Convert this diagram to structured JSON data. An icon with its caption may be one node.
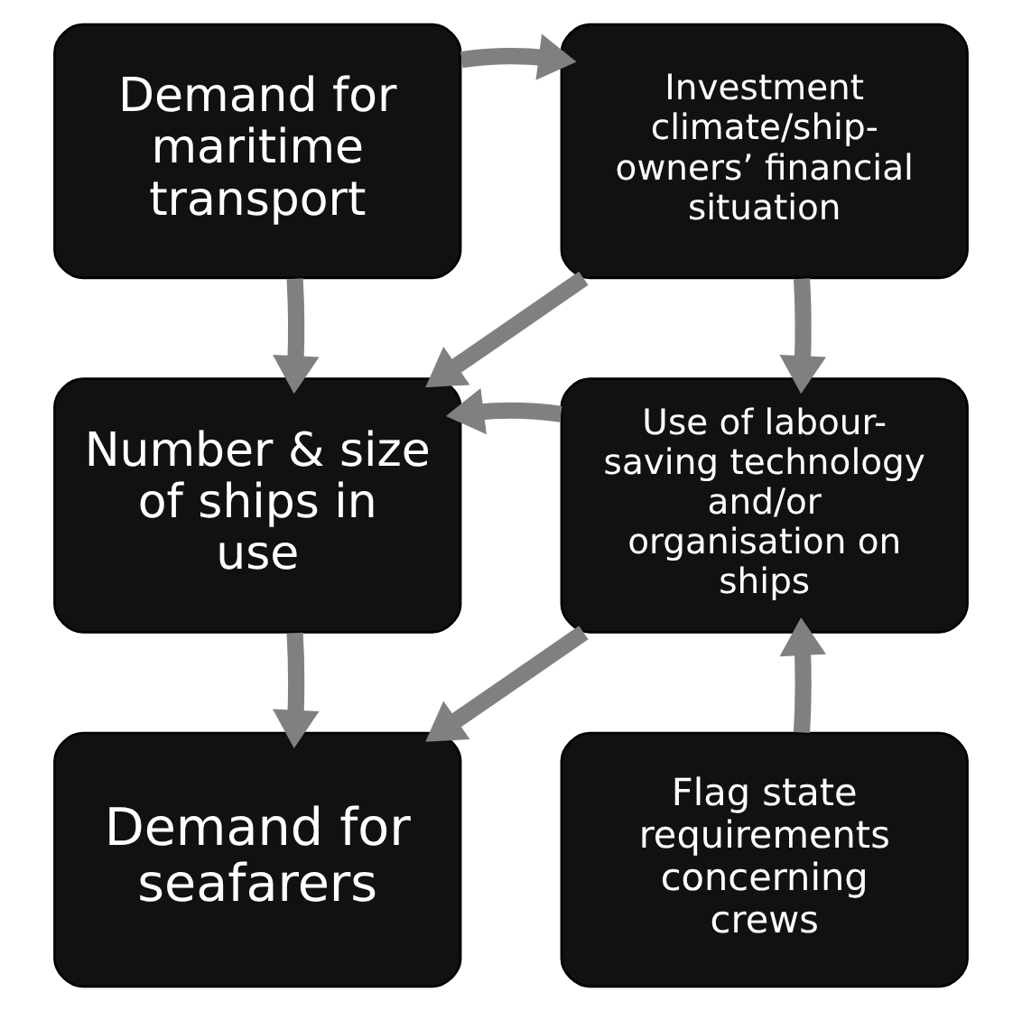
{
  "diagram": {
    "nodes": [
      {
        "text": [
          "Demand for maritime transport"
        ]
      },
      {
        "text": [
          "Investment climate/ship-owners’ financial situation"
        ]
      },
      {
        "text": [
          "Number & size of ships in use"
        ]
      },
      {
        "text": [
          "Use of labour-saving technology and/or organisation on ships"
        ]
      },
      {
        "text": [
          "Demand for seafarers"
        ]
      },
      {
        "text": [
          "Flag state requirements concerning crews"
        ]
      }
    ],
    "edges": [
      {
        "from": 0,
        "to": 1,
        "arrow": "to"
      },
      {
        "from": 0,
        "to": 2,
        "arrow": "to"
      },
      {
        "from": 1,
        "to": 2,
        "arrow": "to"
      },
      {
        "from": 1,
        "to": 3,
        "arrow": "to"
      },
      {
        "from": 3,
        "to": 2,
        "arrow": "to"
      },
      {
        "from": 2,
        "to": 4,
        "arrow": "to"
      },
      {
        "from": 3,
        "to": 4,
        "arrow": "to"
      },
      {
        "from": 5,
        "to": 3,
        "arrow": "to"
      }
    ]
  }
}
